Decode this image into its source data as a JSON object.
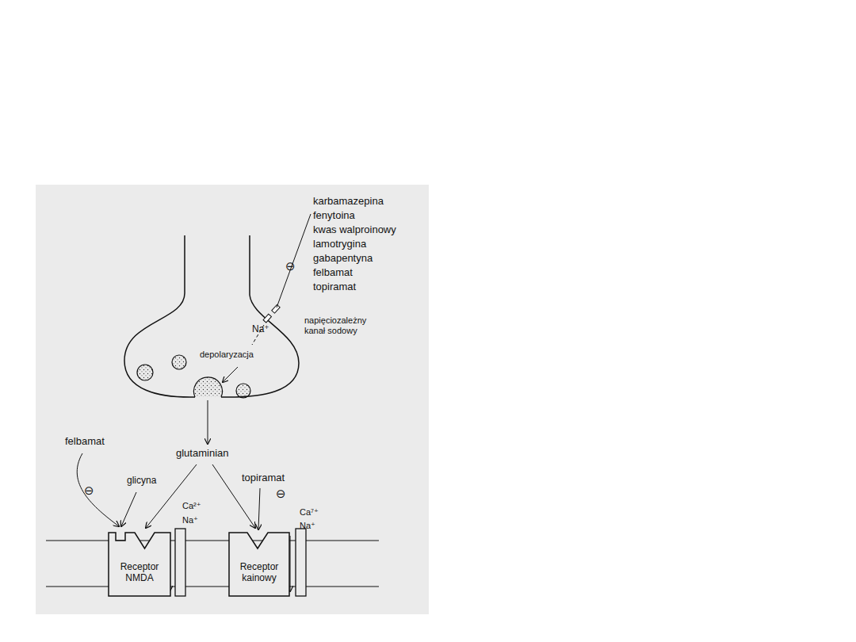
{
  "diagram": {
    "nodes": [
      {
        "text": [
          "Receptor NMDA"
        ]
      },
      {
        "text": [
          "Receptor kainowy"
        ]
      }
    ],
    "labels": [
      "karbamazepina",
      "fenytoina",
      "kwas walproinowy",
      "lamotrygina",
      "gabapentyna",
      "felbamat",
      "topiramat",
      "⊖",
      "napięciozależny kanał sodowy",
      "Na⁺",
      "depolaryzacja",
      "glutaminian",
      "felbamat",
      "⊖",
      "glicyna",
      "topiramat",
      "⊖",
      "Ca²⁺",
      "Na⁺",
      "Ca⁷⁺",
      "Na⁺"
    ]
  }
}
